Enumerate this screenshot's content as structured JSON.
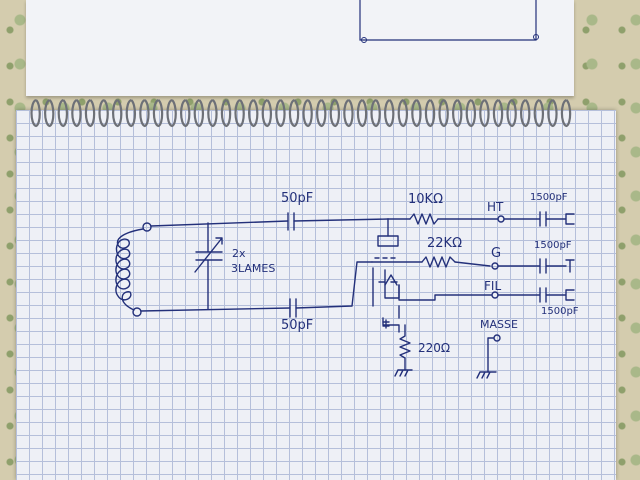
{
  "diagram": {
    "labels": {
      "cap_top": "50pF",
      "cap_bottom": "50pF",
      "var_cap_count": "2x",
      "var_cap_desc": "3LAMES",
      "res_top": "10KΩ",
      "res_mid": "22KΩ",
      "res_cathode": "220Ω",
      "term_ht": "HT",
      "term_g": "G",
      "term_fil": "FIL",
      "term_masse": "MASSE",
      "decoup_1": "1500pF",
      "decoup_2": "1500pF",
      "decoup_3": "1500pF"
    }
  },
  "colors": {
    "ink": "#23307a",
    "paper": "#eef0f6",
    "grid": "#b5bfda"
  }
}
